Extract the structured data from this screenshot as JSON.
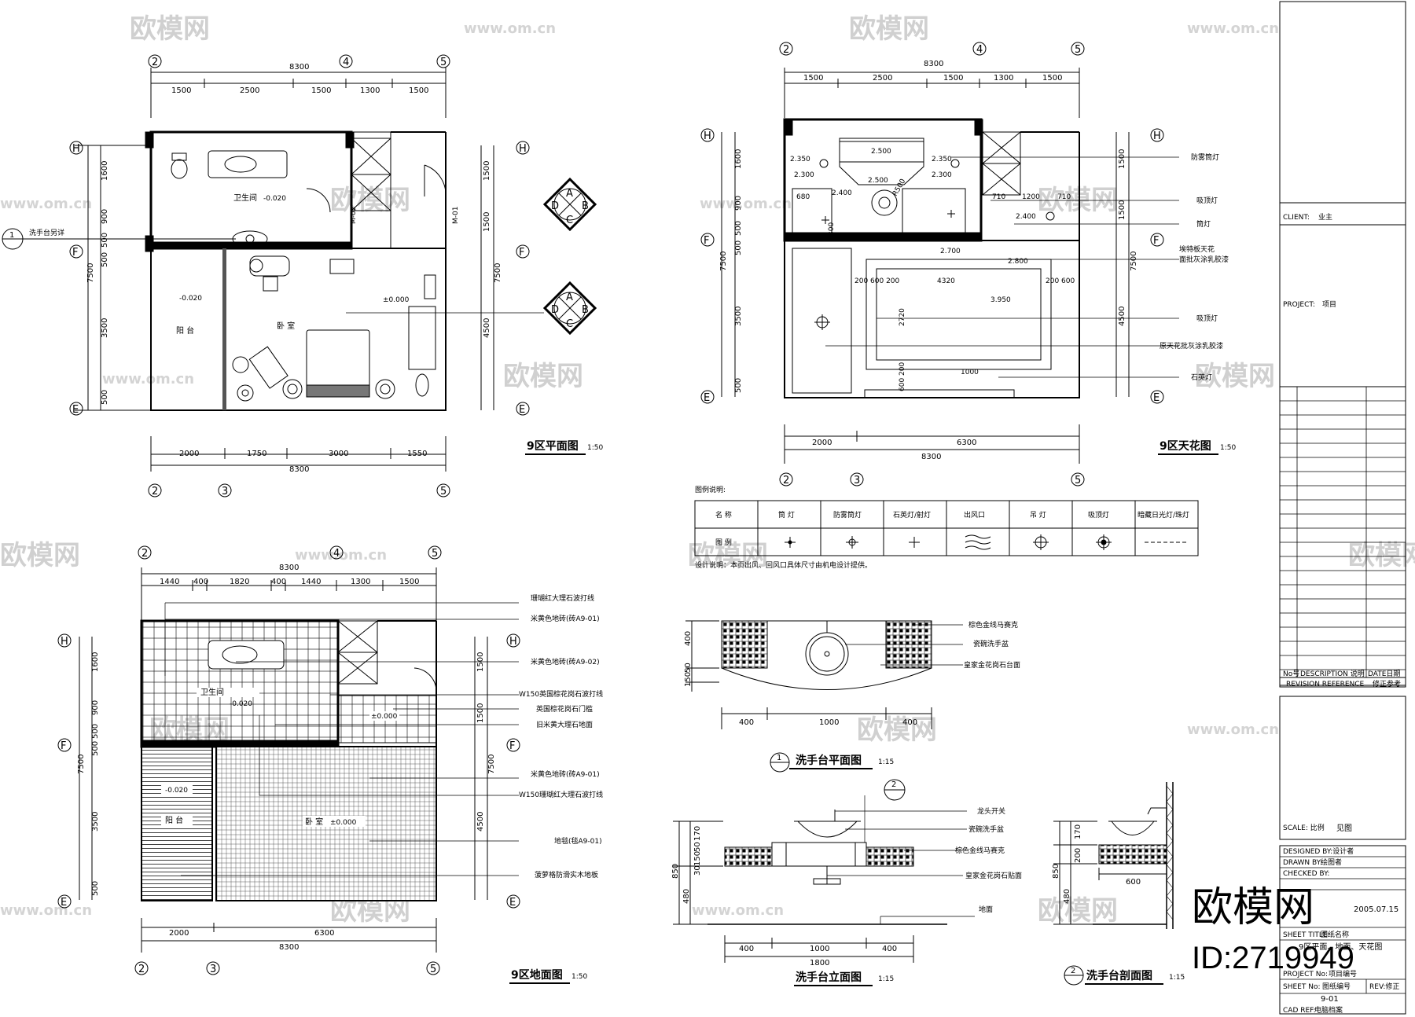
{
  "watermarks": {
    "brand": "欧模网",
    "site": "www.om.cn",
    "logo_big": "欧模网",
    "id": "ID:2719949"
  },
  "grid_marks": {
    "g2": "2",
    "g3": "3",
    "g4": "4",
    "g5": "5",
    "gH": "H",
    "gF": "F",
    "gE": "E"
  },
  "plan": {
    "title": "9区平面图",
    "scale": "1:50",
    "top_total": "8300",
    "top_dims": [
      "1500",
      "2500",
      "1500",
      "1300",
      "1500"
    ],
    "bottom_dims": [
      "2000",
      "1750",
      "3000",
      "1550"
    ],
    "bottom_total": "8300",
    "left_dims": [
      "1600",
      "900",
      "500",
      "500",
      "3500",
      "500"
    ],
    "left_total": "7500",
    "right_dims": [
      "1500",
      "1500",
      "4500"
    ],
    "right_total": "7500",
    "rooms": {
      "bath": "卫生间",
      "bath_level": "-0.020",
      "balcony": "阳 台",
      "balcony_level": "-0.020",
      "bedroom": "卧 室",
      "bedroom_level": "±0.000"
    },
    "door_a": "M-02",
    "door_b": "M-01",
    "note": "洗手台另详",
    "ref": "1",
    "compass": [
      "A",
      "B",
      "C",
      "D"
    ]
  },
  "ceiling": {
    "title": "9区天花图",
    "scale": "1:50",
    "top_total": "8300",
    "top_dims": [
      "1500",
      "2500",
      "1500",
      "1300",
      "1500"
    ],
    "bottom_dims": [
      "2000",
      "6300"
    ],
    "bottom_total": "8300",
    "left_dims": [
      "1600",
      "900",
      "500",
      "500",
      "3500",
      "500"
    ],
    "left_total": "7500",
    "right_dims": [
      "1500",
      "1500",
      "4500"
    ],
    "right_total": "7500",
    "levels": [
      "2.350",
      "2.500",
      "2.350",
      "2.300",
      "2.300",
      "2.400",
      "2.500",
      "2.400",
      "2.700",
      "2.800",
      "3.950"
    ],
    "inner_dims": [
      "680",
      "710",
      "1200",
      "710",
      "200 600 200",
      "4320",
      "200 600",
      "2720",
      "1000",
      "600 200",
      "R500",
      "300"
    ],
    "labels": [
      "防雾筒灯",
      "吸顶灯",
      "筒灯",
      "埃特板天花",
      "面批灰涂乳胶漆",
      "吸顶灯",
      "原天花批灰涂乳胶漆",
      "石英灯"
    ]
  },
  "legend": {
    "caption": "图例说明:",
    "header_name": "名 称",
    "header_icon": "图 例",
    "columns": [
      "筒 灯",
      "防雾筒灯",
      "石英灯/射灯",
      "出风口",
      "吊 灯",
      "吸顶灯",
      "暗藏日光灯/珠灯"
    ],
    "note": "设计说明：本页出风、回风口具体尺寸由机电设计提供。"
  },
  "floor": {
    "title": "9区地面图",
    "scale": "1:50",
    "top_total": "8300",
    "top_dims": [
      "1440",
      "400",
      "1820",
      "400",
      "1440",
      "1300",
      "1500"
    ],
    "bottom_dims": [
      "2000",
      "6300"
    ],
    "bottom_total": "8300",
    "left_dims": [
      "1600",
      "900",
      "500",
      "500",
      "3500",
      "500"
    ],
    "left_total": "7500",
    "right_dims": [
      "1500",
      "1500",
      "4500"
    ],
    "right_total": "7500",
    "rooms": {
      "bath": "卫生间",
      "bath_level": "-0.020",
      "balcony": "阳 台",
      "balcony_level": "-0.020",
      "bedroom": "卧 室",
      "bedroom_level": "±0.000",
      "wardrobe_level": "±0.000"
    },
    "labels": [
      "珊瑚红大理石波打线",
      "米黄色地砖(砖A9-01)",
      "米黄色地砖(砖A9-02)",
      "W150英国棕花岗石波打线",
      "英国棕花岗石门槛",
      "旧米黄大理石地面",
      "米黄色地砖(砖A9-01)",
      "W150珊瑚红大理石波打线",
      "地毯(毯A9-01)",
      "菠萝格防滑实木地板"
    ]
  },
  "sink_plan": {
    "title": "洗手台平面图",
    "scale": "1:15",
    "ref": "1",
    "dims": [
      "400",
      "1000",
      "400"
    ],
    "vdims": [
      "400",
      "150",
      "50"
    ],
    "labels": [
      "棕色金线马赛克",
      "瓷碗洗手盆",
      "皇家金花岗石台面"
    ]
  },
  "sink_elev": {
    "title": "洗手台立面图",
    "scale": "1:15",
    "ref": "2",
    "dims": [
      "400",
      "1000",
      "400"
    ],
    "total": "1800",
    "vdims": [
      "170",
      "50",
      "150",
      "30",
      "850",
      "480"
    ],
    "labels": [
      "龙头开关",
      "瓷碗洗手盆",
      "棕色金线马赛克",
      "皇家金花岗石贴面",
      "地面"
    ]
  },
  "sink_section": {
    "title": "洗手台剖面图",
    "scale": "1:15",
    "ref": "2",
    "vdims": [
      "170",
      "200",
      "850",
      "480"
    ],
    "width": "600"
  },
  "titleblock": {
    "client_label": "CLIENT:",
    "client_value": "业主",
    "project_label": "PROJECT:",
    "project_value": "项目",
    "rev_no": "No号",
    "rev_desc": "DESCRIPTION 说明",
    "rev_date": "DATE日期",
    "rev_ref": "REVISION REFERENCE",
    "rev_ref_cn": "修正参考",
    "scale_label": "SCALE: 比例",
    "scale_value": "见图",
    "designed": "DESIGNED BY:设计者",
    "drawn": "DRAWN BY:",
    "drawn_value": "绘图者",
    "checked": "CHECKED BY:",
    "date_value": "2005.07.15",
    "sheet_title_label": "SHEET TITLE:",
    "sheet_title_value": "图纸名称",
    "sheet_title_main": "9区平面、地面、天花图",
    "project_no_label": "PROJECT No:",
    "project_no_value": "项目编号",
    "sheet_no_label": "SHEET No:",
    "sheet_no_value": "图纸编号",
    "sheet_no": "9-01",
    "rev_label": "REV:修正",
    "cad_ref": "CAD REF:",
    "cad_value": "电脑档案"
  }
}
